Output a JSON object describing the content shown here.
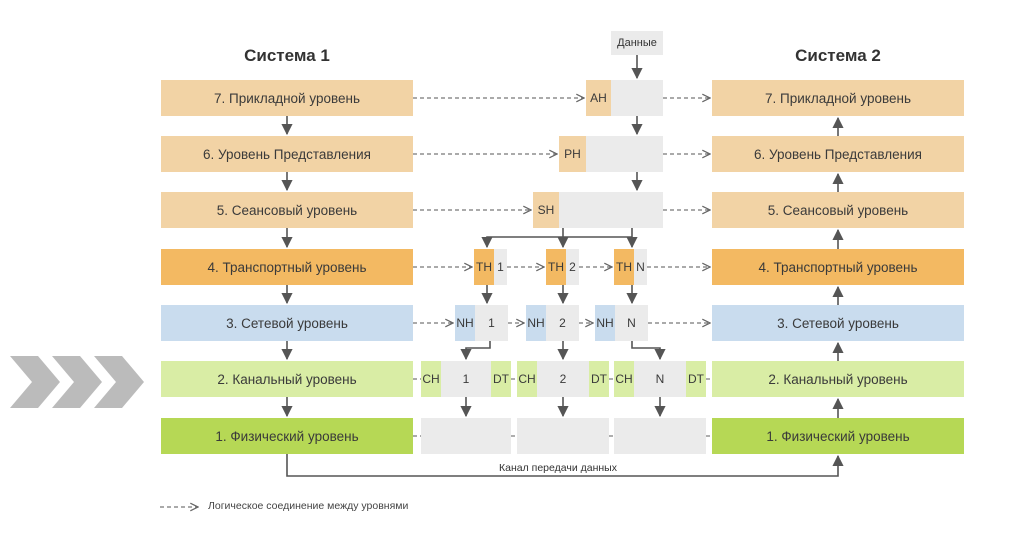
{
  "system1_title": "Система 1",
  "system2_title": "Система 2",
  "data_label": "Данные",
  "layers": [
    {
      "label": "7. Прикладной уровень",
      "color": "#f2d3a5"
    },
    {
      "label": "6. Уровень Представления",
      "color": "#f2d3a5"
    },
    {
      "label": "5. Сеансовый уровень",
      "color": "#f2d3a5"
    },
    {
      "label": "4. Транспортный уровень",
      "color": "#f3b962"
    },
    {
      "label": "3. Сетевой уровень",
      "color": "#c9dcee"
    },
    {
      "label": "2. Канальный уровень",
      "color": "#d9eda5"
    },
    {
      "label": "1. Физический уровень",
      "color": "#b6d855"
    }
  ],
  "headers": {
    "app": "AH",
    "presentation": "PH",
    "session": "SH",
    "transport": [
      "TH",
      "TH",
      "TH"
    ],
    "network": [
      "NH",
      "NH",
      "NH"
    ],
    "link_head": [
      "CH",
      "CH",
      "CH"
    ],
    "link_tail": [
      "DT",
      "DT",
      "DT"
    ]
  },
  "segments": [
    "1",
    "2",
    "N"
  ],
  "channel_label": "Канал передачи данных",
  "legend_label": "Логическое соединение между уровнями",
  "colors": {
    "pdu_gray": "#ebebeb",
    "arrow": "#555555",
    "chevron": "#bbbbbb"
  }
}
